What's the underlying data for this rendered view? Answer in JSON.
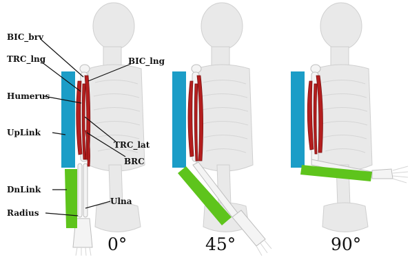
{
  "labels": {
    "bic_brv": "BIC_brv",
    "trc_lng": "TRC_lng",
    "bic_lng": "BIC_lng",
    "humerus": "Humerus",
    "uplink": "UpLink",
    "trc_lat": "TRC_lat",
    "brc": "BRC",
    "dnlink": "DnLink",
    "ulna": "Ulna",
    "radius": "Radius"
  },
  "angles": {
    "a0": "0°",
    "a45": "45°",
    "a90": "90°"
  },
  "colors": {
    "uplink": "#1b9dc7",
    "dnlink": "#5ec41c",
    "muscle": "#b41e1e"
  }
}
